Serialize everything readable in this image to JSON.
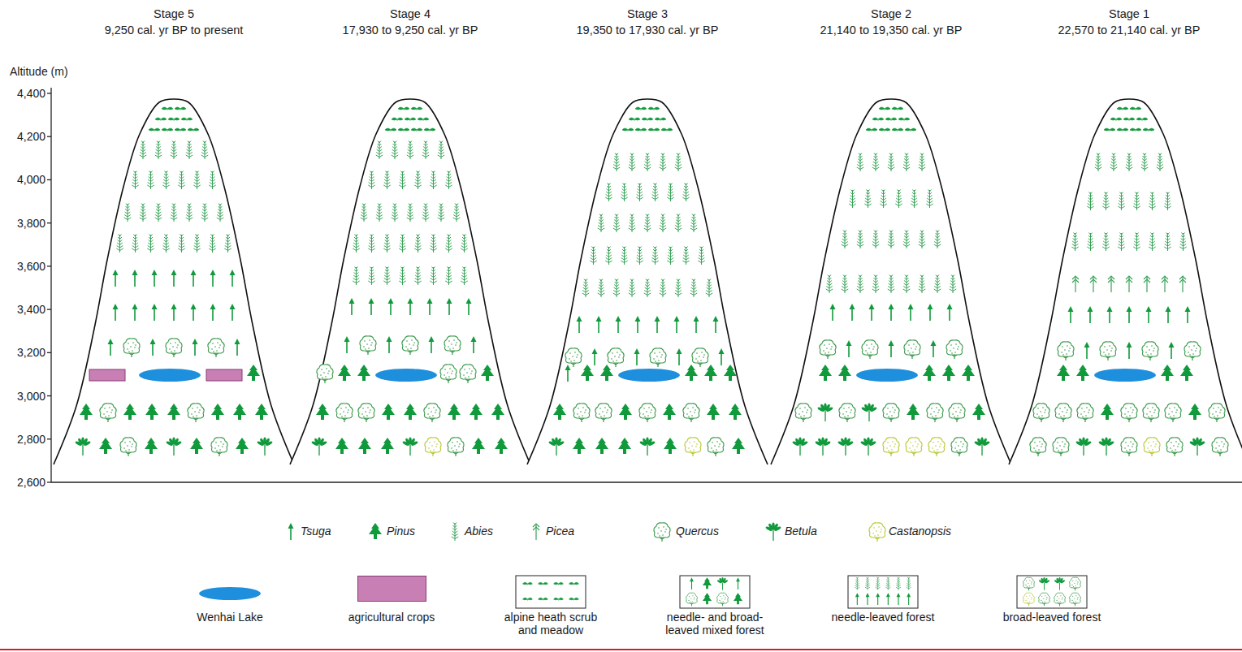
{
  "diagram": {
    "labels": [
      "Stage 5",
      "9,250 cal. yr BP to present",
      "Stage 4",
      "17,930 to 9,250 cal. yr BP",
      "Stage 3",
      "19,350 to 17,930 cal. yr BP",
      "Stage 2",
      "21,140 to 19,350 cal. yr BP",
      "Stage 1",
      "22,570 to 21,140 cal. yr BP",
      "Altitude (m)",
      "4,400",
      "4,200",
      "4,000",
      "3,800",
      "3,600",
      "3,400",
      "3,200",
      "3,000",
      "2,800",
      "2,600"
    ],
    "legend": [
      {
        "text": "Tsuga"
      },
      {
        "text": "Pinus"
      },
      {
        "text": "Abies"
      },
      {
        "text": "Picea"
      },
      {
        "text": "Quercus"
      },
      {
        "text": "Betula"
      },
      {
        "text": "Castanopsis"
      },
      {
        "text": "Wenhai Lake",
        "color": "#1e8fdc"
      },
      {
        "text": "agricultural crops",
        "color": "#c87fb4"
      },
      {
        "text": "alpine heath scrub and meadow"
      },
      {
        "text": "needle- and broad-leaved mixed forest"
      },
      {
        "text": "needle-leaved forest"
      },
      {
        "text": "broad-leaved forest"
      }
    ]
  }
}
